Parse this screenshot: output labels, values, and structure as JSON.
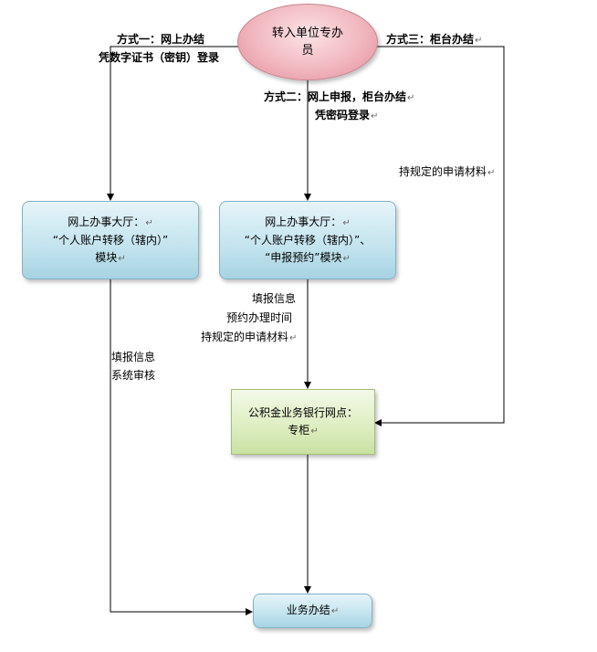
{
  "nodes": {
    "start": [
      "转入单位专办",
      "员"
    ],
    "hall_left": [
      "网上办事大厅：",
      "“个人账户转移（辖内）”",
      "模块"
    ],
    "hall_right": [
      "网上办事大厅：",
      "“个人账户转移（辖内）”、",
      "“申报预约”模块"
    ],
    "bank_counter": [
      "公积金业务银行网点：",
      "专柜"
    ],
    "finish": [
      "业务办结"
    ]
  },
  "labels": {
    "method1": [
      "方式一：网上办结",
      "凭数字证书（密钥）登录"
    ],
    "method2": [
      "方式二：网上申报，柜台办结",
      "凭密码登录"
    ],
    "method3": [
      "方式三：柜台办结"
    ],
    "method3_material": [
      "持规定的申请材料"
    ],
    "left_steps": [
      "填报信息",
      "系统审核"
    ],
    "middle_steps": [
      "填报信息",
      "预约办理时间",
      "持规定的申请材料"
    ]
  },
  "paragraph_mark": "↵",
  "colors": {
    "line": "#000000",
    "oval_fill": "#f1b7bf",
    "hall_fill": "#c2e3ee",
    "bank_fill": "#dcedbf"
  }
}
